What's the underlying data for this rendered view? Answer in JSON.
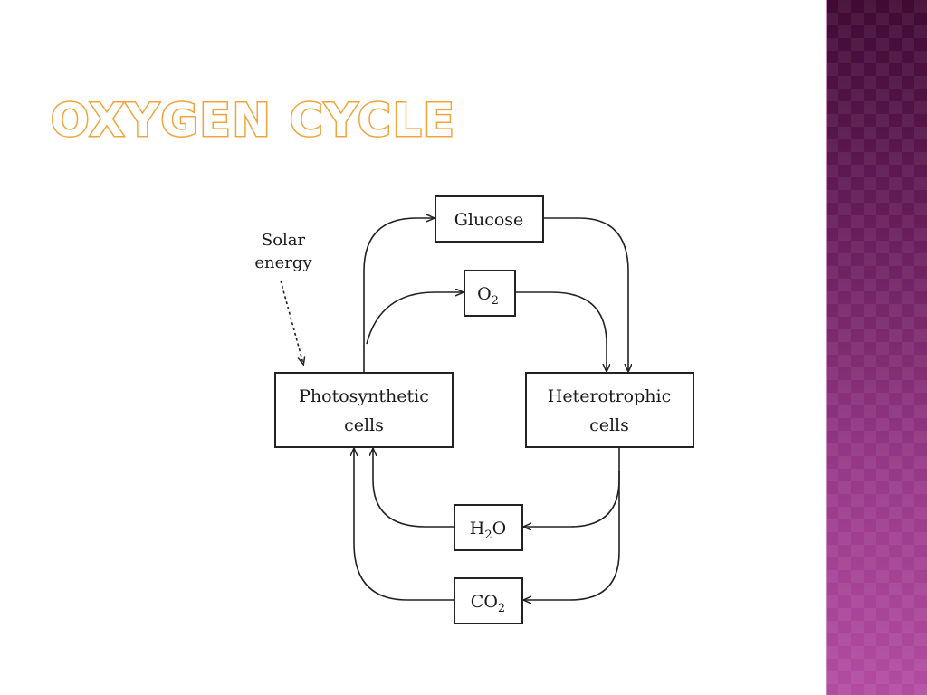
{
  "slide": {
    "title": "Oxygen Cycle"
  },
  "diagram": {
    "solar_label_line1": "Solar",
    "solar_label_line2": "energy",
    "nodes": {
      "glucose": "Glucose",
      "o2_main": "O",
      "o2_sub": "2",
      "photosynthetic_line1": "Photosynthetic",
      "photosynthetic_line2": "cells",
      "heterotrophic_line1": "Heterotrophic",
      "heterotrophic_line2": "cells",
      "h2o_h": "H",
      "h2o_sub": "2",
      "h2o_o": "O",
      "co2_main": "CO",
      "co2_sub": "2"
    }
  },
  "theme": {
    "title_color": "#f2a33c",
    "band_top": "#3f0a33",
    "band_bottom": "#b24ca1"
  }
}
